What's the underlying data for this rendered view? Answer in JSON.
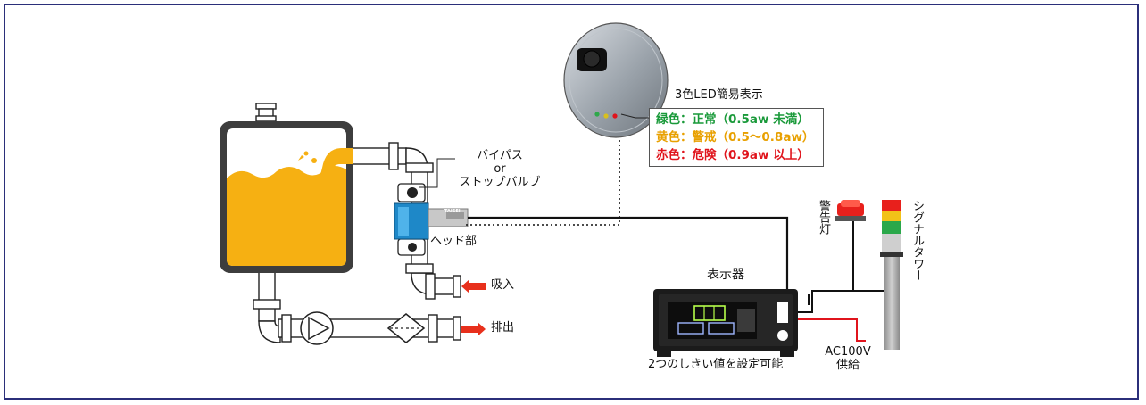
{
  "led_legend": {
    "title": "3色LED簡易表示",
    "rows": [
      {
        "text": "緑色：正常（0.5aw 未満）",
        "color": "#1a9a3a"
      },
      {
        "text": "黄色：警戒（0.5～0.8aw）",
        "color": "#e8a000"
      },
      {
        "text": "赤色：危険（0.9aw 以上）",
        "color": "#e0141c"
      }
    ]
  },
  "labels": {
    "bypass_line1": "バイパス",
    "bypass_line2": "or",
    "bypass_line3": "ストップバルブ",
    "head": "ヘッド部",
    "intake": "吸入",
    "discharge": "排出",
    "display": "表示器",
    "threshold": "2つのしきい値を設定可能",
    "power_line1": "AC100V",
    "power_line2": "供給",
    "warning_lamp": "警告灯",
    "signal_tower": "シグナルタワー",
    "head_brand": "TAISEI"
  },
  "colors": {
    "frame": "#2b2f7a",
    "liquid": "#f6b012",
    "tank_wall": "#3d3d3d",
    "sensor_blue": "#1e88c8",
    "arrow_red": "#e8301c",
    "power_red": "#e0141c"
  }
}
